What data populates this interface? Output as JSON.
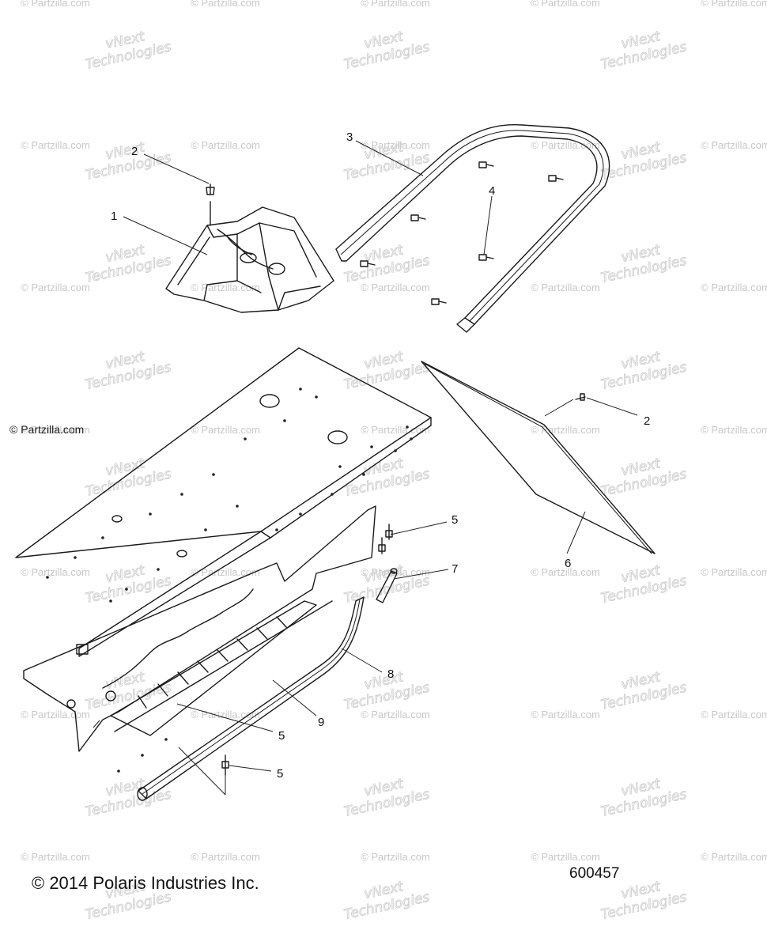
{
  "watermark": {
    "site": "© Partzilla.com",
    "brand_line1": "vNext",
    "brand_line2": "Technologies"
  },
  "side_watermark": "© Partzilla.com",
  "footer": {
    "copyright": "© 2014 Polaris Industries Inc.",
    "diagram_number": "600457"
  },
  "callouts": {
    "c1": "1",
    "c2_top": "2",
    "c2_right": "2",
    "c3": "3",
    "c4": "4",
    "c5_a": "5",
    "c5_b": "5",
    "c5_c": "5",
    "c6": "6",
    "c7": "7",
    "c8": "8",
    "c9": "9"
  },
  "parts": {
    "p1_icon": "tunnel-brace-icon",
    "p2_icon": "push-rivet-icon",
    "p3_icon": "rear-bumper-icon",
    "p4_icon": "bolt-icon",
    "p5_icon": "rivet-icon",
    "p6_icon": "flap-panel-icon",
    "p7_icon": "pin-icon",
    "p8_icon": "running-board-trim-icon",
    "p9_icon": "running-board-icon"
  }
}
